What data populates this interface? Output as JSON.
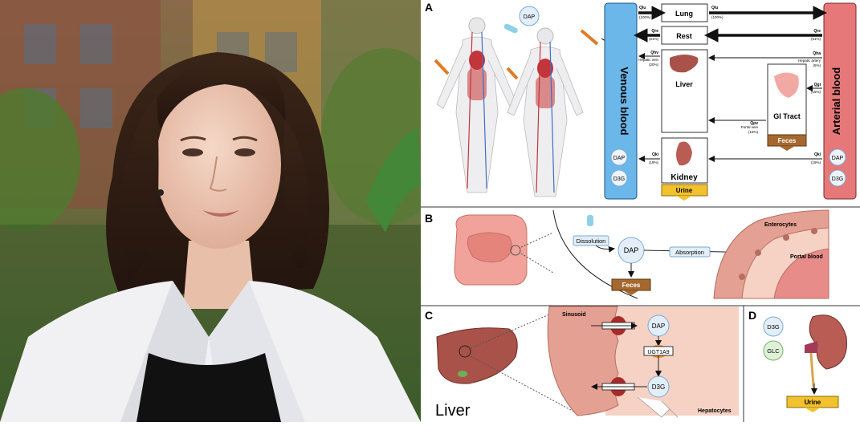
{
  "panel_a": {
    "label": "A",
    "dap_bubble": "DAP",
    "venous_label": "Venous blood",
    "arterial_label": "Arterial blood",
    "organs": {
      "lung": "Lung",
      "rest": "Rest",
      "liver": "Liver",
      "gi_tract": "GI Tract",
      "kidney": "Kidney",
      "feces": "Feces",
      "urine": "Urine"
    },
    "flows": {
      "qlu_left": "Qlu",
      "qlu_left_pct": "(100%)",
      "qlu_right": "Qlu",
      "qlu_right_pct": "(100%)",
      "qre_left": "Qre",
      "qre_left_pct": "(61%)",
      "qre_right": "Qre",
      "qre_right_pct": "(61%)",
      "qhv": "Qhv",
      "qhv_desc": "Hepatic vein",
      "qhv_pct": "(20%)",
      "qha": "Qha",
      "qha_desc": "Hepatic artery",
      "qha_pct": "(5%)",
      "qgi": "Qgi",
      "qgi_pct": "(15%)",
      "qpv": "Qpv",
      "qpv_desc": "Portal vein",
      "qpv_pct": "(15%)",
      "qki_left": "Qki",
      "qki_left_pct": "(19%)",
      "qki_right": "Qki",
      "qki_right_pct": "(19%)"
    },
    "venous_species": [
      "DAP",
      "D3G"
    ],
    "arterial_species": [
      "DAP",
      "D3G"
    ]
  },
  "panel_b": {
    "label": "B",
    "dissolution": "Dissolution",
    "dap": "DAP",
    "absorption": "Absorption",
    "feces": "Feces",
    "enterocytes": "Enterocytes",
    "portal_blood": "Portal blood"
  },
  "panel_c": {
    "label": "C",
    "sinusoid": "Sinusoid",
    "dap": "DAP",
    "enzyme": "UGT1A9",
    "d3g": "D3G",
    "liver": "Liver",
    "hepatocytes": "Hepatocytes"
  },
  "panel_d": {
    "label": "D",
    "d3g": "D3G",
    "glc": "GLC",
    "urine": "Urine"
  },
  "colors": {
    "venous": "#6bb7ea",
    "arterial": "#e6787a",
    "excretion_feces": "#a5692f",
    "excretion_urine": "#f2c12e",
    "liver_organ": "#a8524a",
    "tissue_pink": "#f2a9a3",
    "skin_peach": "#f7d3c0"
  }
}
